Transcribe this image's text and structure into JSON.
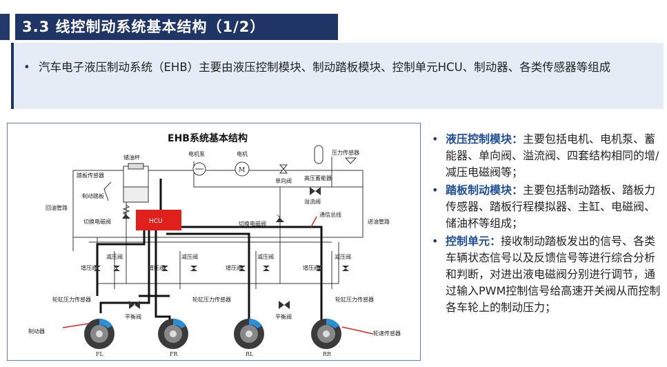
{
  "title": "3.3 线控制动系统基本结构（1/2）",
  "intro": {
    "bullet": "•",
    "text": "汽车电子液压制动系统（EHB）主要由液压控制模块、制动踏板模块、控制单元HCU、制动器、各类传感器等组成"
  },
  "diagram": {
    "title": "EHB系统基本结构",
    "labels": {
      "reservoir": "储油杯",
      "pedal_sensor": "踏板传感器",
      "brake_pedal": "制动踏板",
      "return_pipe": "回油管路",
      "switch_valve_left": "切换电磁阀",
      "switch_valve_right": "切换电磁阀",
      "motor_pump": "电机泵",
      "motor": "电机",
      "motor_symbol": "M",
      "check_valve": "单向阀",
      "accumulator": "高压蓄能器",
      "pressure_sensor": "压力传感器",
      "relief_valve": "溢流阀",
      "hcu": "HCU",
      "comm_bus": "通信总线",
      "inlet_pipe": "进油管路",
      "inc_valve_1": "增压阀",
      "dec_valve_1": "减压阀",
      "inc_valve_2": "增压阀",
      "dec_valve_2": "减压阀",
      "inc_valve_3": "增压阀",
      "dec_valve_3": "减压阀",
      "inc_valve_4": "增压阀",
      "dec_valve_4": "减压阀",
      "wheel_sensor_left": "轮缸压力传感器",
      "wheel_sensor_mid": "轮缸压力传感器",
      "wheel_sensor_right": "轮缸压力传感器",
      "balance_valve_left": "平衡阀",
      "balance_valve_right": "平衡阀",
      "brake": "制动器",
      "speed_sensor": "轮速传感器",
      "wheel_fl": "FL",
      "wheel_fr": "FR",
      "wheel_rl": "RL",
      "wheel_rr": "RR"
    }
  },
  "bullets": [
    {
      "dot": "•",
      "head": "液压控制模块：",
      "text": "主要包括电机、电机泵、蓄能器、单向阀、溢流阀、四套结构相同的增/减压电磁阀等；"
    },
    {
      "dot": "•",
      "head": "踏板制动模块：",
      "text": "主要包括制动踏板、踏板力传感器、踏板行程模拟器、主缸、电磁阀、储油杯等组成；"
    },
    {
      "dot": "•",
      "head": "控制单元：",
      "text": "接收制动踏板发出的信号、各类车辆状态信号以及反馈信号等进行综合分析和判断，对进出液电磁阀分别进行调节，通过输入PWM控制信号给高速开关阀从而控制各车轮上的制动压力；"
    }
  ],
  "colors": {
    "title_bg": "#1f3565",
    "intro_bg": "#e5ecf6",
    "bullet_head": "#1f4f9a",
    "hcu_red": "#e0201b",
    "wheel_blue": "#2b8fd8"
  }
}
